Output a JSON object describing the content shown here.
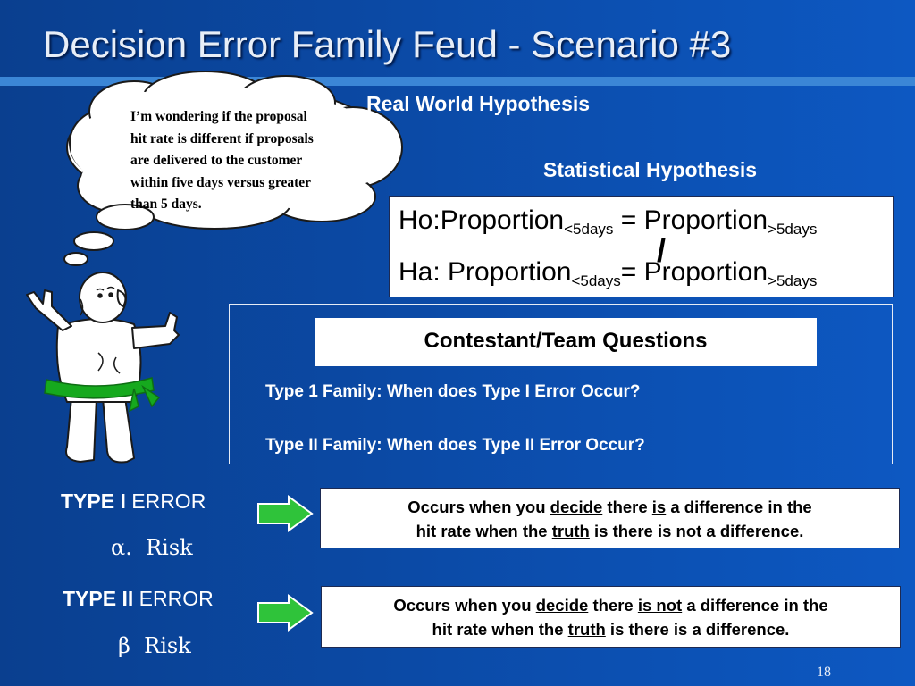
{
  "title": "Decision Error Family Feud - Scenario #3",
  "thought_bubble": {
    "lines": [
      "I’m wondering if the proposal",
      "hit rate is different if  proposals",
      "are delivered to the customer",
      "within five days versus greater",
      "than  5 days."
    ]
  },
  "real_world_label": "Real World Hypothesis",
  "statistical_label": "Statistical Hypothesis",
  "hypotheses": {
    "ho_prefix": "Ho:",
    "ha_prefix": "Ha:",
    "term": "Proportion",
    "sub_lt": "<5days",
    "sub_gt": ">5days",
    "eq": "=",
    "neq": "=",
    "neq_slash": "/"
  },
  "contestant": {
    "title": "Contestant/Team Questions",
    "q1": "Type 1 Family:  When does Type I Error Occur?",
    "q2": "Type II Family:  When does Type II Error Occur?"
  },
  "type1": {
    "label_bold": "TYPE I",
    "label_rest": " ERROR",
    "risk_symbol": "α.",
    "risk_word": "Risk",
    "desc": {
      "a": "Occurs when you ",
      "b": "decide",
      "c": " there ",
      "d": "is",
      "e": " a difference in the",
      "f": "hit rate when the ",
      "g": "truth",
      "h": " is there is not a difference."
    }
  },
  "type2": {
    "label_bold": "TYPE II",
    "label_rest": " ERROR",
    "risk_symbol": "β",
    "risk_word": "Risk",
    "desc": {
      "a": "Occurs when you ",
      "b": "decide",
      "c": " there ",
      "d": "is not",
      "e": " a difference in the",
      "f": "hit rate when the ",
      "g": "truth",
      "h": " is there is a difference."
    }
  },
  "page_number": "18",
  "colors": {
    "background": "#0b4aa6",
    "title_bar": "#3b86d6",
    "arrow_fill": "#2fc33a",
    "belt": "#16a91e"
  },
  "icons": [
    "thought-cloud-icon",
    "cartoon-man-icon",
    "right-arrow-icon"
  ]
}
